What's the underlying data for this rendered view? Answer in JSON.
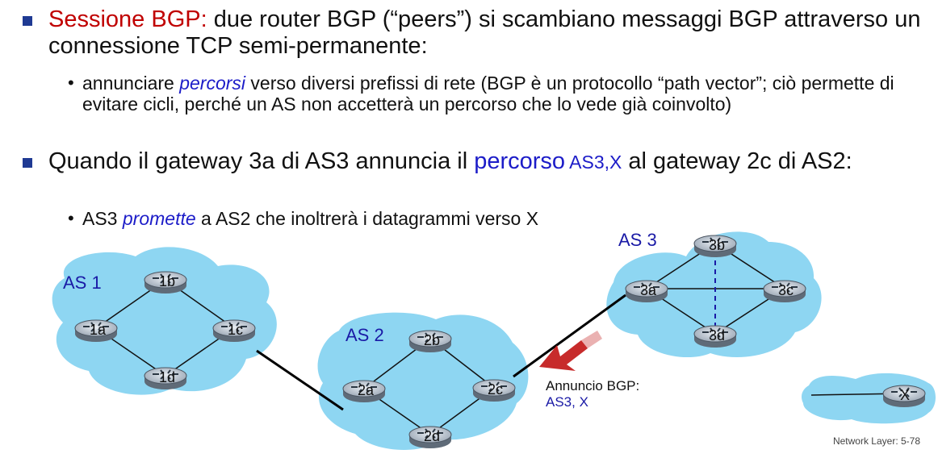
{
  "bullets": {
    "b1": {
      "red": "Sessione BGP:",
      "text": " due router BGP (“peers”) si scambiano messaggi BGP attraverso un connessione TCP semi-permanente:"
    },
    "b1_sub": {
      "pre": "annunciare ",
      "em": "percorsi",
      "post": " verso diversi prefissi di rete (BGP  è un protocollo “path vector”; ciò permette di evitare cicli, perché un AS non accetterà un percorso che lo vede già coinvolto)"
    },
    "b2": {
      "pre": "Quando il gateway 3a di AS3 annuncia il ",
      "blue1": "percorso",
      "blue2": " AS3,X",
      "post": " al gateway 2c di AS2:"
    },
    "b2_sub": {
      "pre": "AS3 ",
      "em": "promette",
      "post": " a AS2 che inoltrerà i datagrammi verso X"
    }
  },
  "diagram": {
    "as_labels": {
      "as1": "AS 1",
      "as2": "AS 2",
      "as3": "AS 3"
    },
    "routers": {
      "r1a": "1a",
      "r1b": "1b",
      "r1c": "1c",
      "r1d": "1d",
      "r2a": "2a",
      "r2b": "2b",
      "r2c": "2c",
      "r2d": "2d",
      "r3a": "3a",
      "r3b": "3b",
      "r3c": "3c",
      "r3d": "3d",
      "rx": "X"
    },
    "announcement": {
      "line1": "Annuncio BGP:",
      "line2": "AS3, X"
    },
    "colors": {
      "cloud": "#8ed6f2",
      "router_body": "#9aa6b4",
      "arrow": "#c42020",
      "label_blue": "#1a1aa6"
    }
  },
  "footer": "Network Layer: 5-78"
}
